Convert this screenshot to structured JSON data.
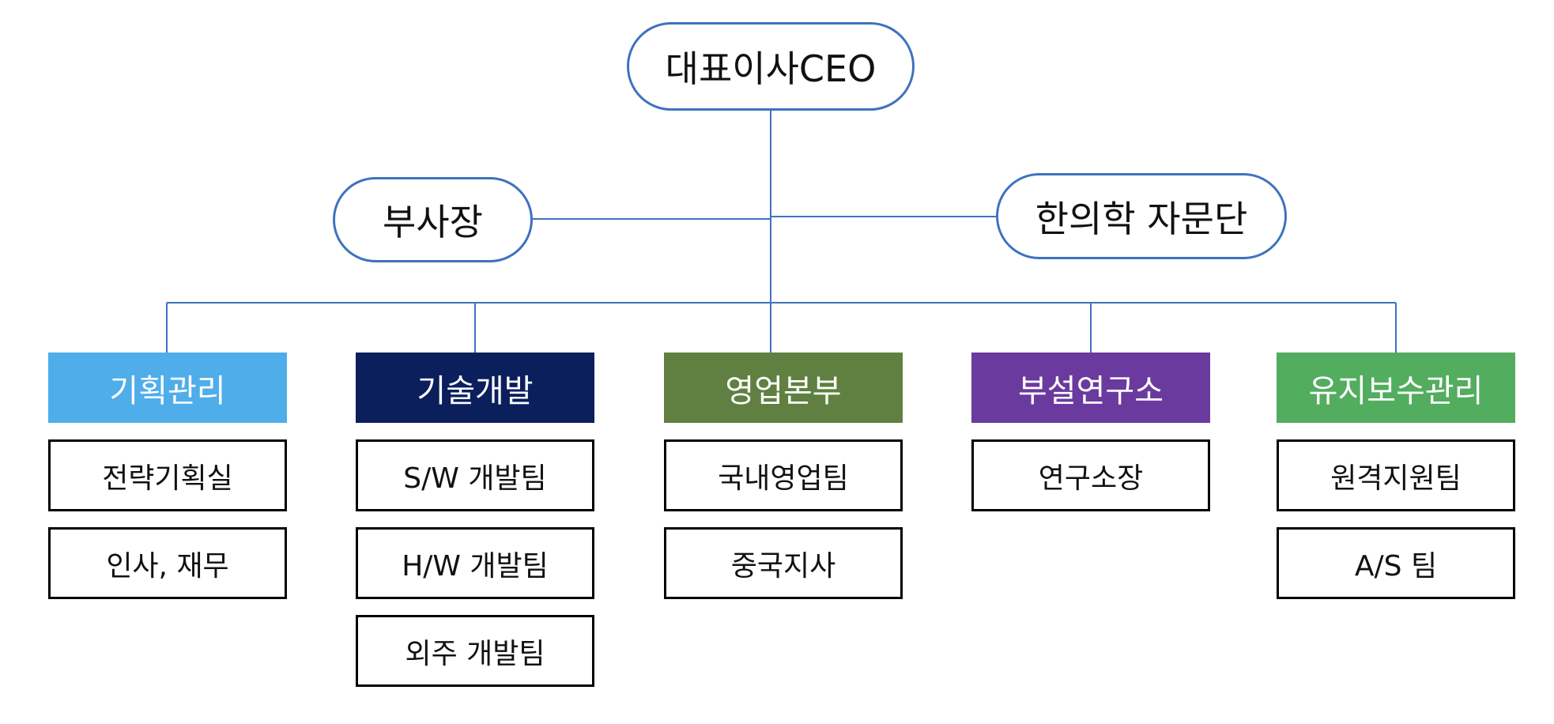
{
  "chart": {
    "ceo": "대표이사CEO",
    "vice_president": "부사장",
    "advisory": "한의학 자문단",
    "departments": [
      {
        "name": "기획관리",
        "color": "#4fadea",
        "teams": [
          "전략기획실",
          "인사, 재무"
        ]
      },
      {
        "name": "기술개발",
        "color": "#0b1f5c",
        "teams": [
          "S/W 개발팀",
          "H/W 개발팀",
          "외주 개발팀"
        ]
      },
      {
        "name": "영업본부",
        "color": "#5f8040",
        "teams": [
          "국내영업팀",
          "중국지사"
        ]
      },
      {
        "name": "부설연구소",
        "color": "#6b3a9e",
        "teams": [
          "연구소장"
        ]
      },
      {
        "name": "유지보수관리",
        "color": "#52ad5e",
        "teams": [
          "원격지원팀",
          "A/S 팀"
        ]
      }
    ]
  },
  "colors": {
    "connector": "#3f72bf",
    "pill_border": "#3f72bf",
    "team_border": "#000000"
  }
}
